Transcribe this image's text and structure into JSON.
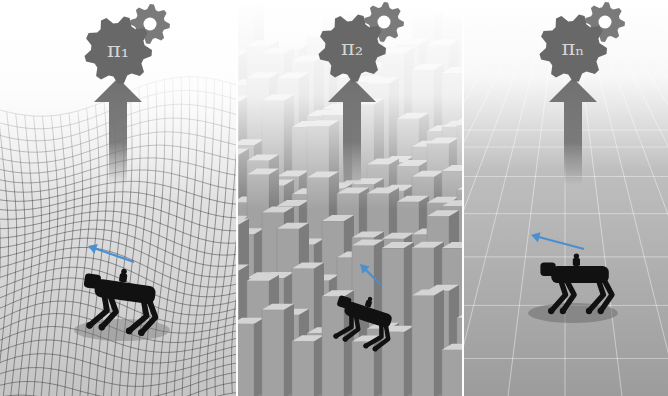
{
  "diagram": {
    "nodes": [
      {
        "text": [
          "π₁"
        ]
      },
      {
        "text": [
          "π₂"
        ]
      },
      {
        "text": [
          "πₙ"
        ]
      }
    ]
  }
}
